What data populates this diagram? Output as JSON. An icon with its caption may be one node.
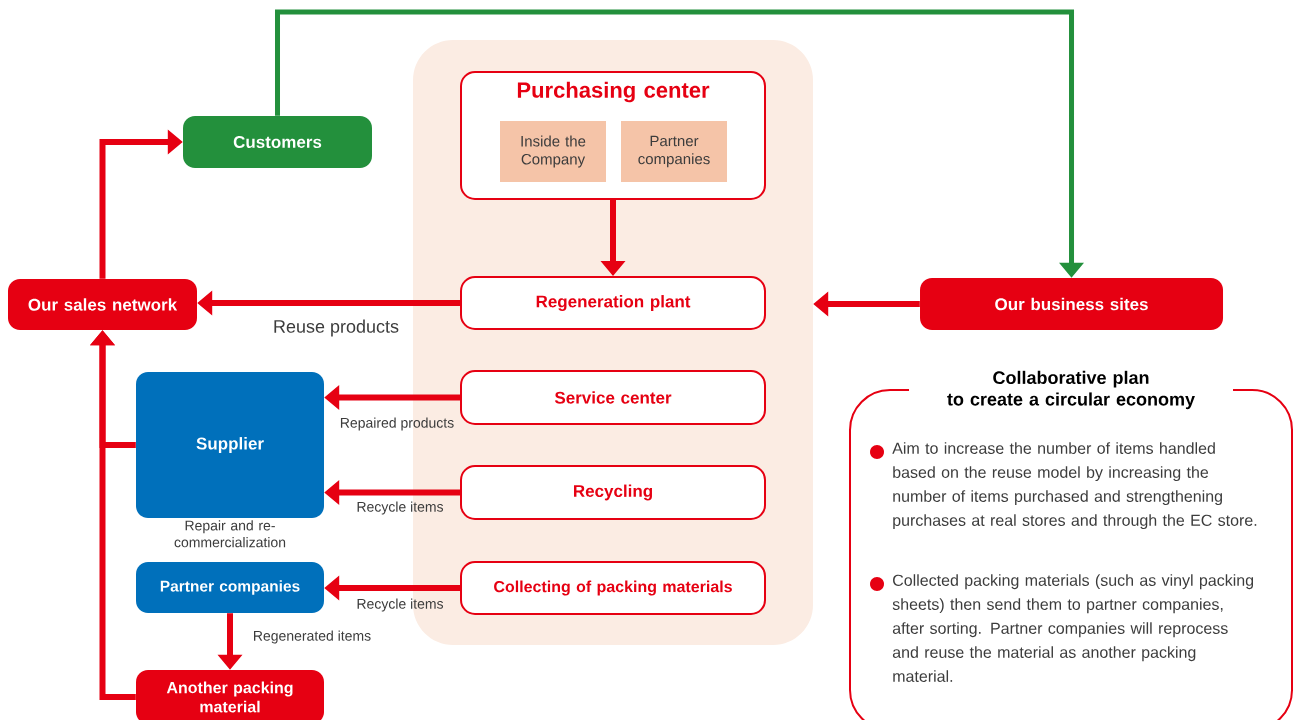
{
  "diagram": {
    "nodes": [
      {
        "text": [
          "Customers"
        ]
      },
      {
        "text": [],
        "shape": "box"
      },
      {
        "text": [
          "Purchasing center"
        ],
        "in": 1
      },
      {
        "text": [
          "Inside the Company"
        ],
        "in": 2
      },
      {
        "text": [
          "Partner companies"
        ],
        "in": 2
      },
      {
        "text": [
          "Our sales network"
        ]
      },
      {
        "text": [
          "Regeneration plant"
        ],
        "in": 1
      },
      {
        "text": [
          "Our business sites"
        ]
      },
      {
        "text": [
          "Supplier"
        ],
        "beside": [
          "Repair and re-commercialization"
        ]
      },
      {
        "text": [
          "Service center"
        ],
        "in": 1
      },
      {
        "text": [
          "Recycling"
        ],
        "in": 1
      },
      {
        "text": [
          "Partner companies"
        ]
      },
      {
        "text": [
          "Collecting of packing materials"
        ],
        "in": 1
      },
      {
        "text": [
          "Another packing material"
        ]
      },
      {
        "text": [
          "Collaborative plan to create a circular economy",
          "Aim to increase the number of items handled based on the reuse model by increasing the number of items purchased and strengthening purchases at real stores and through the EC store.",
          "Collected packing materials (such as vinyl packing sheets) then send them to partner companies, after sorting. Partner companies will reprocess and reuse the material as another packing material."
        ]
      }
    ],
    "edges": [
      {
        "from": 0,
        "to": 7,
        "arrow": "to",
        "color": "#23903c"
      },
      {
        "from": 5,
        "to": 0,
        "arrow": "to"
      },
      {
        "from": 2,
        "to": 6,
        "arrow": "to"
      },
      {
        "from": 6,
        "to": 5,
        "arrow": "to",
        "label": "Reuse products"
      },
      {
        "from": 7,
        "to": 1,
        "arrow": "to"
      },
      {
        "from": 9,
        "to": 8,
        "arrow": "to",
        "label": "Repaired products"
      },
      {
        "from": 10,
        "to": 8,
        "arrow": "to",
        "label": "Recycle items"
      },
      {
        "from": 12,
        "to": 11,
        "arrow": "to",
        "label": "Recycle items"
      },
      {
        "from": 11,
        "to": 13,
        "arrow": "to",
        "label": "Regenerated items"
      },
      {
        "from": 8,
        "to": 5,
        "arrow": "to"
      },
      {
        "from": 13,
        "to": 5,
        "arrow": "to"
      }
    ]
  }
}
